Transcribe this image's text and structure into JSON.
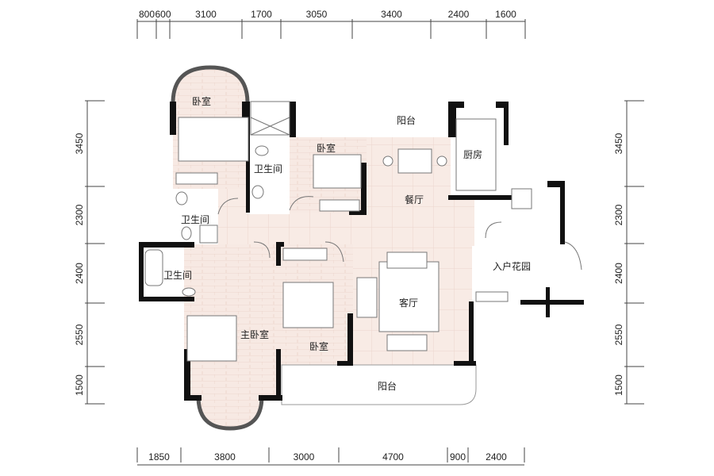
{
  "dimensions": {
    "top": [
      "800",
      "600",
      "3100",
      "1700",
      "3050",
      "3400",
      "2400",
      "1600"
    ],
    "bottom": [
      "1850",
      "3800",
      "3000",
      "4700",
      "900",
      "2400"
    ],
    "left": [
      "3450",
      "2300",
      "2400",
      "2550",
      "1500"
    ],
    "right": [
      "3450",
      "2300",
      "2400",
      "2550",
      "1500"
    ]
  },
  "rooms": {
    "bedroom_top_left": "卧室",
    "bathroom_middle": "卫生间",
    "bedroom_top_middle": "卧室",
    "balcony_top": "阳台",
    "kitchen": "厨房",
    "dining": "餐厅",
    "bathroom_left": "卫生间",
    "entrance_garden": "入户花园",
    "bathroom_bottom_left": "卫生间",
    "living_room": "客厅",
    "master_bedroom": "主卧室",
    "bedroom_bottom_middle": "卧室",
    "balcony_bottom": "阳台"
  },
  "colors": {
    "floor": "#f7e9e3",
    "wall": "#111111"
  }
}
